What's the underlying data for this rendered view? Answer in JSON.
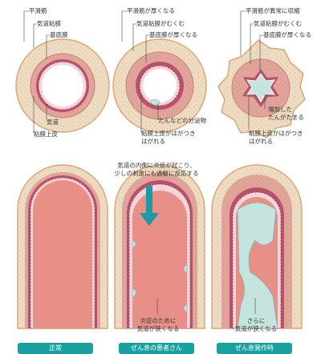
{
  "colors": {
    "muscle": "#eddcc2",
    "muscle_edge": "#d9a978",
    "mucosa": "#e0a49a",
    "basement": "#b8526a",
    "lumen": "#ffffff",
    "lumen_long": "#e89088",
    "mucus": "#c5e3df",
    "arrow": "#1a9aa5",
    "badge": "#1aa0a0"
  },
  "top": {
    "normal": {
      "smooth_muscle": "平滑筋",
      "mucosa": "気道粘膜",
      "basement": "基底膜",
      "airway": "気道",
      "epithelium": "粘膜上皮"
    },
    "asthma": {
      "smooth_muscle": "平滑筋が厚くなる",
      "mucosa": "気道粘膜がむくむ",
      "basement": "基底膜が厚くなる",
      "secretion": "たんなどの分泌物",
      "epithelium": "粘膜上皮がはがつき\nはがれる"
    },
    "attack": {
      "smooth_muscle": "平滑筋が異常に収縮",
      "mucosa": "気道粘膜がむくむ",
      "basement": "基底膜が厚くなる",
      "sputum": "増加した\nたんがたまる",
      "epithelium": "粘膜上皮がはがつき\nはがれる"
    }
  },
  "middle_note": "気道の内側に炎症が起こり、\n少しの刺激にも過敏に反応する",
  "captions": {
    "asthma": "炎症のために\n気道が狭くなる",
    "attack": "さらに\n気道が狭くなる"
  },
  "stages": {
    "normal": "正常",
    "asthma": "ぜん息の患者さん",
    "attack": "ぜん息発作時"
  }
}
